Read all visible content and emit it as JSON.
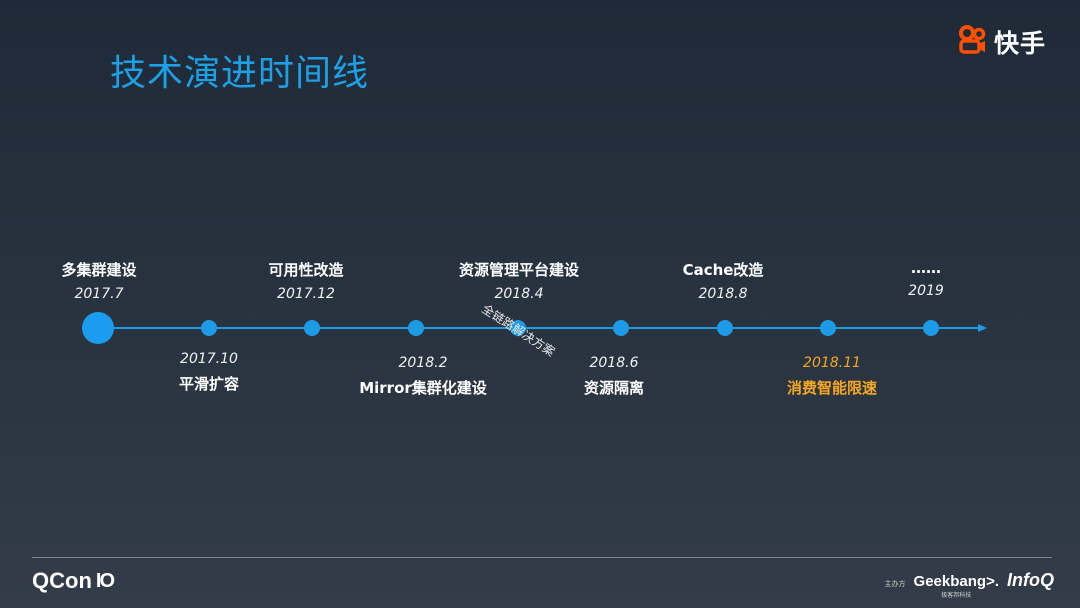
{
  "slide": {
    "title": "技术演进时间线"
  },
  "brand": {
    "logo_icon": "kuaishou-camera-icon",
    "name": "快手",
    "accent_color": "#ff5000"
  },
  "timeline": {
    "line_color": "#1f9ae6",
    "events": [
      {
        "title": "多集群建设",
        "date": "2017.7"
      },
      {
        "title": "平滑扩容",
        "date": "2017.10"
      },
      {
        "title": "可用性改造",
        "date": "2017.12"
      },
      {
        "title": "Mirror集群化建设",
        "date": "2018.2"
      },
      {
        "title": "资源管理平台建设",
        "date": "2018.4"
      },
      {
        "title": "资源隔离",
        "date": "2018.6"
      },
      {
        "title": "Cache改造",
        "date": "2018.8"
      },
      {
        "title": "消费智能限速",
        "date": "2018.11",
        "highlight_color": "#f5a623"
      },
      {
        "title": "……",
        "date": "2019"
      }
    ],
    "annotation": "全链路解决方案"
  },
  "footer": {
    "conference": "QCon",
    "conference_mark": "IO",
    "organizer_label": "主办方",
    "organizer": "Geekbang>.",
    "organizer_sub": "极客邦科技",
    "partner": "InfoQ"
  }
}
